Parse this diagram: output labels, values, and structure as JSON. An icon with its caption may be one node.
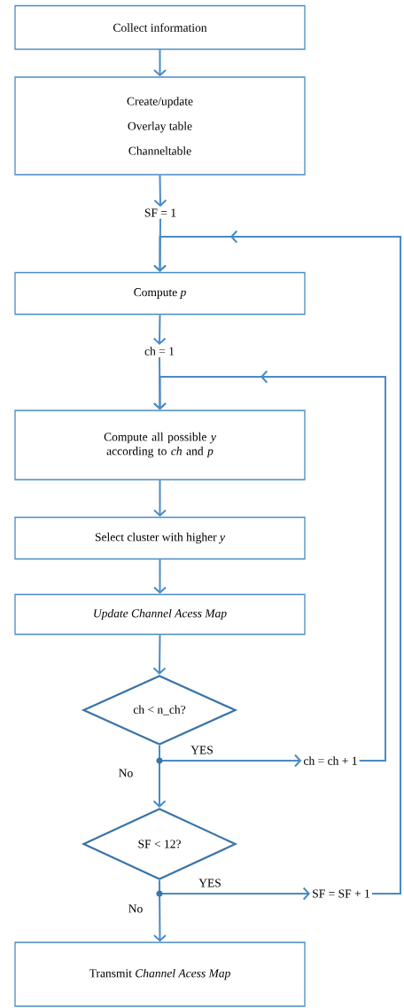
{
  "diagram": {
    "nodes": [
      {
        "text": [
          "Collect information"
        ]
      },
      {
        "text": [
          "Create/update",
          "Overlay table",
          "Channeltable"
        ]
      },
      {
        "text": [
          "SF = 1"
        ]
      },
      {
        "text": [
          "Compute *p*"
        ]
      },
      {
        "text": [
          "ch = 1"
        ]
      },
      {
        "text": [
          "Compute all possible *y* according to *ch* and *p*"
        ]
      },
      {
        "text": [
          "Select cluster with higher *y*"
        ]
      },
      {
        "text": [
          "Update Channel Acess Map"
        ]
      },
      {
        "text": [
          "ch < n_ch?"
        ]
      },
      {
        "text": [
          "ch = ch + 1"
        ]
      },
      {
        "text": [
          "SF < 12?"
        ]
      },
      {
        "text": [
          "SF = SF + 1"
        ]
      },
      {
        "text": [
          "Transmit *Channel Acess Map*"
        ]
      }
    ],
    "edges": [
      {
        "from": 0,
        "to": 1,
        "arrow": "to"
      },
      {
        "from": 1,
        "to": 2,
        "arrow": "to"
      },
      {
        "from": 2,
        "to": 3,
        "arrow": "to"
      },
      {
        "from": 3,
        "to": 4,
        "arrow": "to"
      },
      {
        "from": 4,
        "to": 5,
        "arrow": "to"
      },
      {
        "from": 5,
        "to": 6,
        "arrow": "to"
      },
      {
        "from": 6,
        "to": 7,
        "arrow": "to"
      },
      {
        "from": 7,
        "to": 8,
        "arrow": "to"
      },
      {
        "from": 8,
        "to": 9,
        "arrow": "to",
        "label": "YES"
      },
      {
        "from": 8,
        "to": 10,
        "arrow": "to",
        "label": "No"
      },
      {
        "from": 9,
        "to": 5,
        "arrow": "to"
      },
      {
        "from": 10,
        "to": 11,
        "arrow": "to",
        "label": "YES"
      },
      {
        "from": 10,
        "to": 12,
        "arrow": "to",
        "label": "No"
      },
      {
        "from": 11,
        "to": 3,
        "arrow": "to"
      }
    ]
  }
}
